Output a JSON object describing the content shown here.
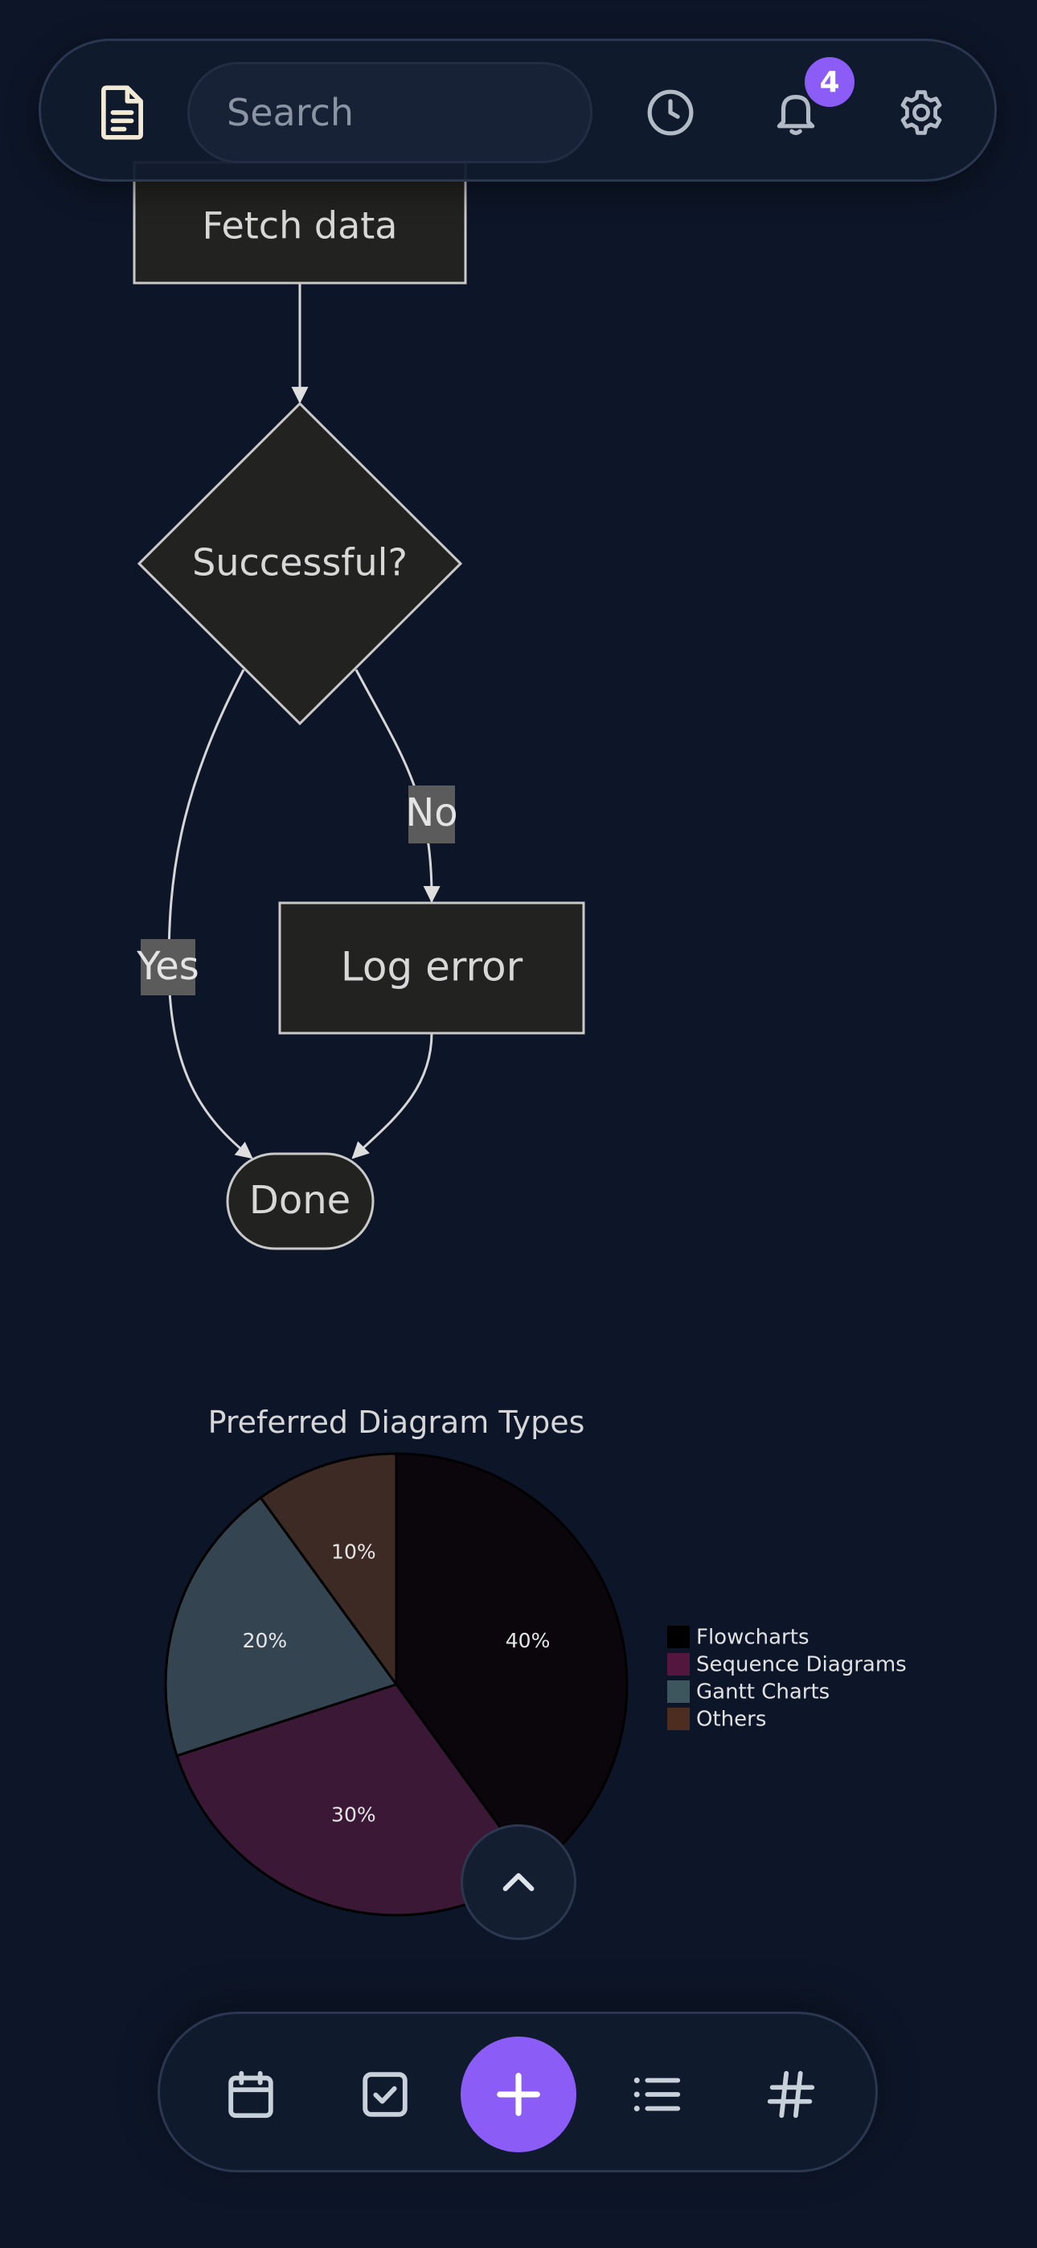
{
  "top_bar": {
    "search_placeholder": "Search",
    "notification_count": "4",
    "accent_color": "#8b5cf6"
  },
  "flowchart": {
    "nodes": {
      "fetch": "Fetch data",
      "decision": "Successful?",
      "log_error": "Log error",
      "done": "Done"
    },
    "edge_labels": {
      "no": "No",
      "yes": "Yes"
    }
  },
  "chart_data": {
    "type": "pie",
    "title": "Preferred Diagram Types",
    "categories": [
      "Flowcharts",
      "Sequence Diagrams",
      "Gantt Charts",
      "Others"
    ],
    "values": [
      40,
      30,
      20,
      10
    ],
    "value_labels": [
      "40%",
      "30%",
      "20%",
      "10%"
    ],
    "colors": [
      "#0a060c",
      "#3b1835",
      "#344450",
      "#3d2a24"
    ],
    "legend_swatch_colors": [
      "#000000",
      "#52163f",
      "#3d555c",
      "#4d2d1f"
    ],
    "legend_placement": "right"
  },
  "icons": {
    "top": [
      "document-icon",
      "clock-icon",
      "bell-icon",
      "gear-icon"
    ],
    "bottom": [
      "calendar-icon",
      "checkbox-icon",
      "plus-icon",
      "list-icon",
      "hash-icon"
    ],
    "floating": "chevron-up-icon"
  }
}
